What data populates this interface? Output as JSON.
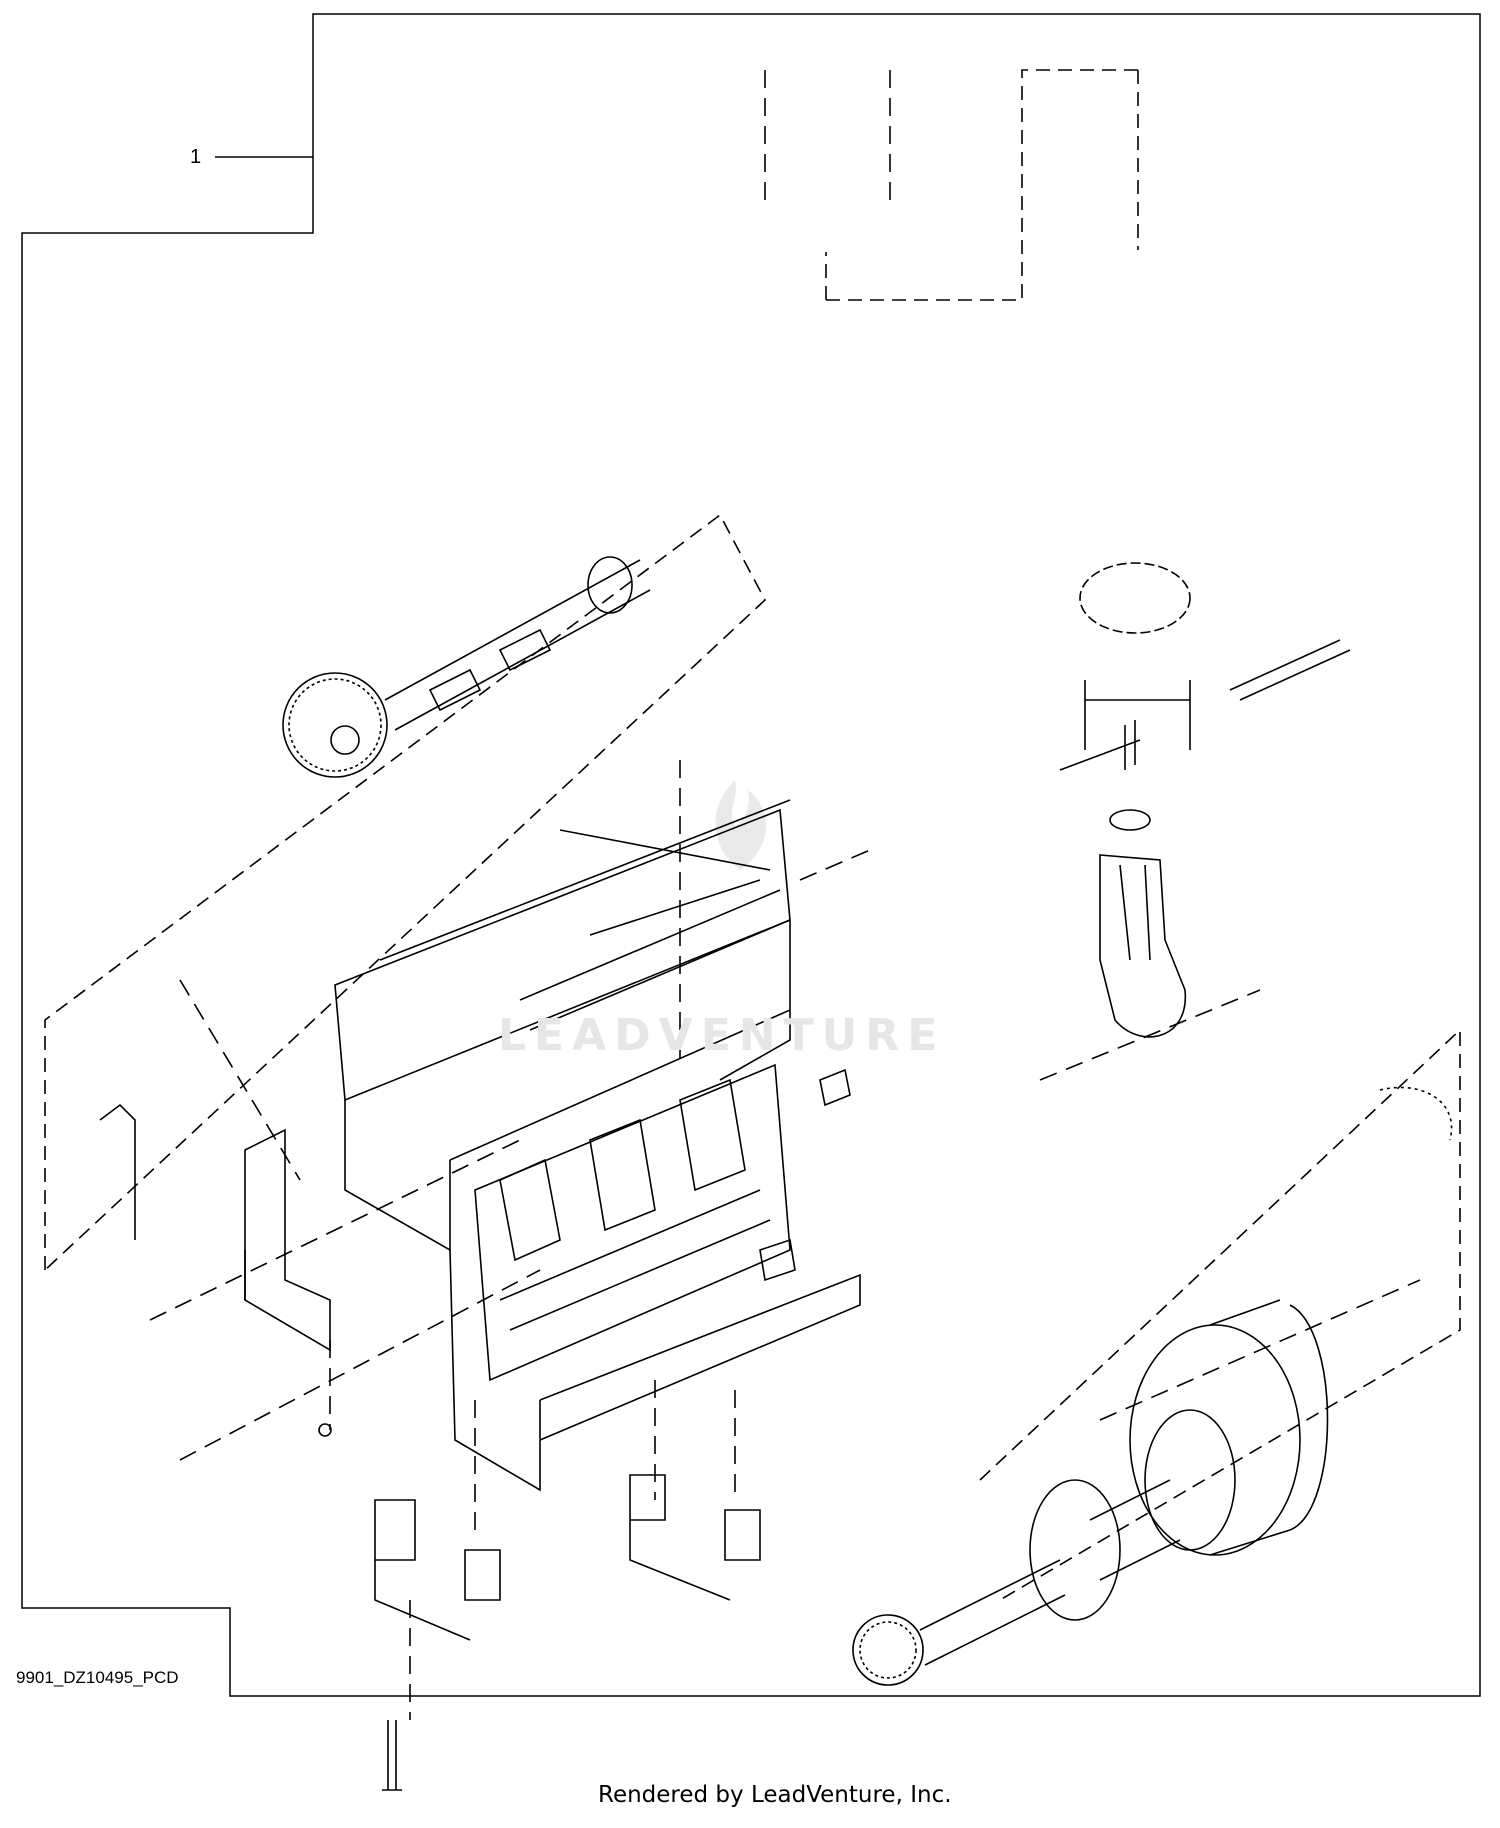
{
  "diagram": {
    "callouts": [
      {
        "id": "1",
        "label": "1"
      }
    ],
    "figure_code": "9901_DZ10495_PCD",
    "watermark_text": "LEADVENTURE",
    "footer": "Rendered by LeadVenture, Inc.",
    "colors": {
      "line": "#000000",
      "background": "#ffffff",
      "watermark": "#e6e6e6"
    }
  }
}
